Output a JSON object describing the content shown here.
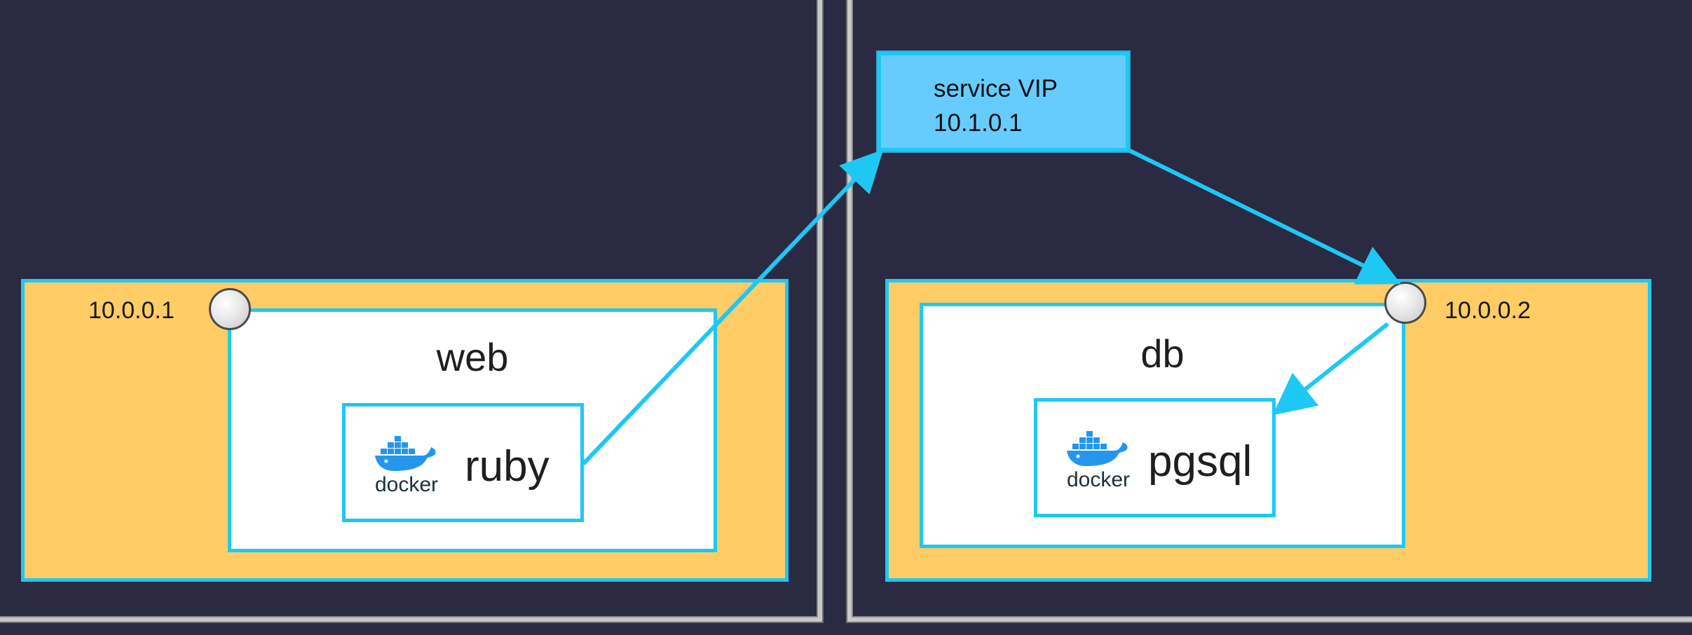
{
  "left_node": {
    "ip": "10.0.0.1",
    "pod": {
      "name": "web",
      "container": {
        "name": "ruby",
        "runtime": "docker"
      }
    }
  },
  "right_node": {
    "ip": "10.0.0.2",
    "pod": {
      "name": "db",
      "container": {
        "name": "pgsql",
        "runtime": "docker"
      }
    }
  },
  "service": {
    "line1": "service VIP",
    "line2": "10.1.0.1"
  },
  "colors": {
    "background": "#2a2a42",
    "node_fill": "#ffcc66",
    "accent_cyan": "#1ec8f5",
    "service_fill": "#66ccff",
    "docker_blue": "#2496ed"
  }
}
